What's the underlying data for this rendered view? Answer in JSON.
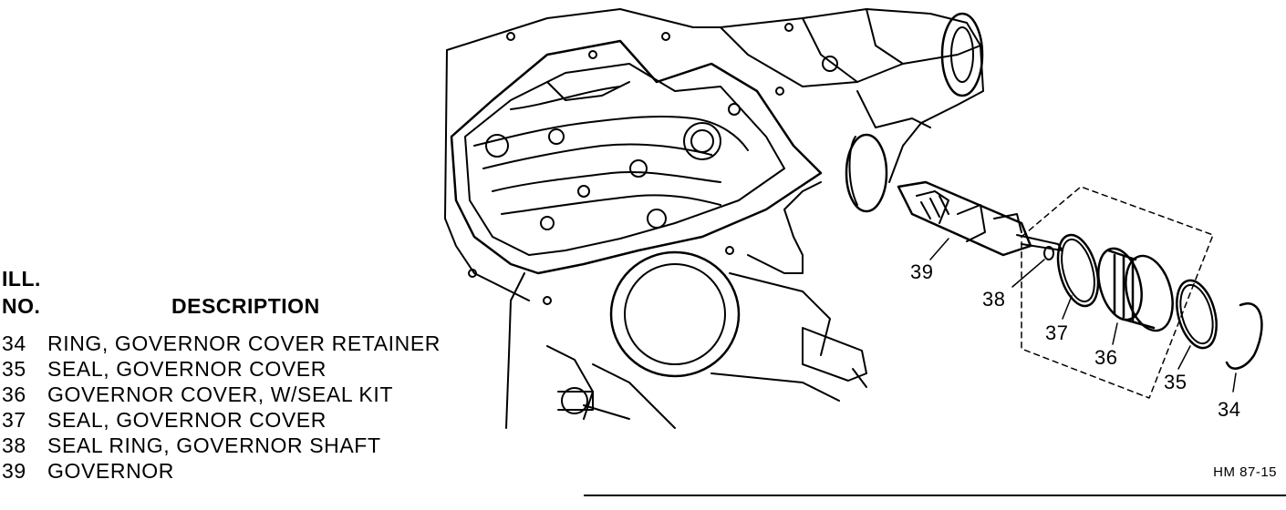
{
  "legend": {
    "header_ill": "ILL.",
    "header_no": "NO.",
    "header_description": "DESCRIPTION",
    "items": [
      {
        "no": "34",
        "description": "RING, GOVERNOR COVER RETAINER"
      },
      {
        "no": "35",
        "description": "SEAL, GOVERNOR COVER"
      },
      {
        "no": "36",
        "description": "GOVERNOR COVER, W/SEAL KIT"
      },
      {
        "no": "37",
        "description": "SEAL, GOVERNOR COVER"
      },
      {
        "no": "38",
        "description": "SEAL RING, GOVERNOR SHAFT"
      },
      {
        "no": "39",
        "description": "GOVERNOR"
      }
    ]
  },
  "callouts": {
    "c34": "34",
    "c35": "35",
    "c36": "36",
    "c37": "37",
    "c38": "38",
    "c39": "39"
  },
  "figure_id": "HM 87-15"
}
